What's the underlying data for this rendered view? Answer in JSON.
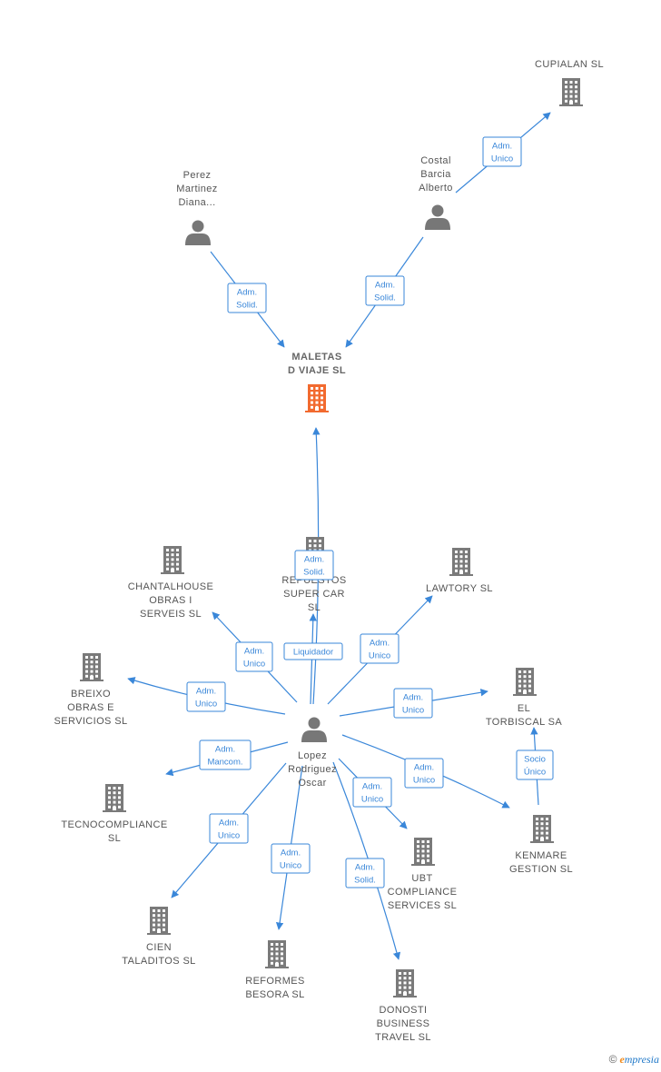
{
  "colors": {
    "edge": "#3a87d9",
    "company": "#7a7a7a",
    "main_company": "#f26a2f",
    "person": "#777777",
    "label": "#555555"
  },
  "nodes": [
    {
      "id": "maletas",
      "type": "company",
      "main": true,
      "lines": [
        "MALETAS",
        "D VIAJE  SL"
      ]
    },
    {
      "id": "cupialan",
      "type": "company",
      "lines": [
        "CUPIALAN  SL"
      ]
    },
    {
      "id": "costal",
      "type": "person",
      "lines": [
        "Costal",
        "Barcia",
        "Alberto"
      ]
    },
    {
      "id": "perez",
      "type": "person",
      "lines": [
        "Perez",
        "Martinez",
        "Diana..."
      ]
    },
    {
      "id": "lopez",
      "type": "person",
      "lines": [
        "Lopez",
        "Rodriguez",
        "Oscar"
      ]
    },
    {
      "id": "repuestos",
      "type": "company",
      "lines": [
        "REPUESTOS",
        "SUPER CAR",
        "SL"
      ]
    },
    {
      "id": "chantal",
      "type": "company",
      "lines": [
        "CHANTALHOUSE",
        "OBRAS I",
        "SERVEIS  SL"
      ]
    },
    {
      "id": "lawtory",
      "type": "company",
      "lines": [
        "LAWTORY  SL"
      ]
    },
    {
      "id": "breixo",
      "type": "company",
      "lines": [
        "BREIXO",
        "OBRAS E",
        "SERVICIOS  SL"
      ]
    },
    {
      "id": "torbiscal",
      "type": "company",
      "lines": [
        "EL",
        "TORBISCAL SA"
      ]
    },
    {
      "id": "tecno",
      "type": "company",
      "lines": [
        "TECNOCOMPLIANCE",
        "SL"
      ]
    },
    {
      "id": "kenmare",
      "type": "company",
      "lines": [
        "KENMARE",
        "GESTION  SL"
      ]
    },
    {
      "id": "ubt",
      "type": "company",
      "lines": [
        "UBT",
        "COMPLIANCE",
        "SERVICES  SL"
      ]
    },
    {
      "id": "cien",
      "type": "company",
      "lines": [
        "CIEN",
        "TALADITOS SL"
      ]
    },
    {
      "id": "reformes",
      "type": "company",
      "lines": [
        "REFORMES",
        "BESORA  SL"
      ]
    },
    {
      "id": "donosti",
      "type": "company",
      "lines": [
        "DONOSTI",
        "BUSINESS",
        "TRAVEL  SL"
      ]
    }
  ],
  "edges": [
    {
      "from": "costal",
      "to": "cupialan",
      "label": [
        "Adm.",
        "Unico"
      ]
    },
    {
      "from": "costal",
      "to": "maletas",
      "label": [
        "Adm.",
        "Solid."
      ]
    },
    {
      "from": "perez",
      "to": "maletas",
      "label": [
        "Adm.",
        "Solid."
      ]
    },
    {
      "from": "lopez",
      "to": "maletas",
      "label": [
        "Adm.",
        "Solid."
      ]
    },
    {
      "from": "lopez",
      "to": "repuestos",
      "label": [
        "Liquidador"
      ]
    },
    {
      "from": "lopez",
      "to": "chantal",
      "label": [
        "Adm.",
        "Unico"
      ]
    },
    {
      "from": "lopez",
      "to": "lawtory",
      "label": [
        "Adm.",
        "Unico"
      ]
    },
    {
      "from": "lopez",
      "to": "breixo",
      "label": [
        "Adm.",
        "Unico"
      ]
    },
    {
      "from": "lopez",
      "to": "torbiscal",
      "label": [
        "Adm.",
        "Unico"
      ]
    },
    {
      "from": "lopez",
      "to": "tecno",
      "label": [
        "Adm.",
        "Mancom."
      ]
    },
    {
      "from": "lopez",
      "to": "kenmare",
      "label": [
        "Adm.",
        "Unico"
      ]
    },
    {
      "from": "lopez",
      "to": "ubt",
      "label": [
        "Adm.",
        "Unico"
      ]
    },
    {
      "from": "lopez",
      "to": "cien",
      "label": [
        "Adm.",
        "Unico"
      ]
    },
    {
      "from": "lopez",
      "to": "reformes",
      "label": [
        "Adm.",
        "Unico"
      ]
    },
    {
      "from": "lopez",
      "to": "donosti",
      "label": [
        "Adm.",
        "Solid."
      ]
    },
    {
      "from": "kenmare",
      "to": "torbiscal",
      "label": [
        "Socio",
        "Único"
      ]
    }
  ],
  "footer": {
    "copyright": "©",
    "brand_initial": "e",
    "brand_rest": "mpresia"
  }
}
